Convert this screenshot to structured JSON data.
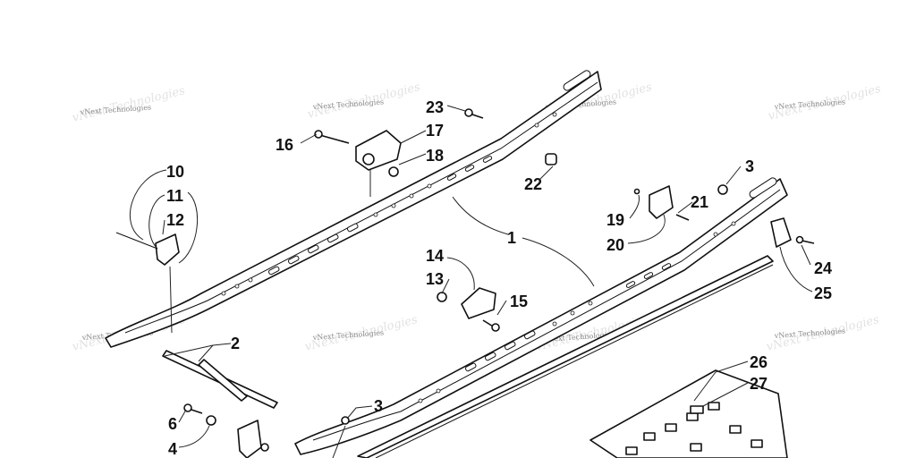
{
  "watermarks": [
    {
      "text": "vNext Technologies"
    },
    {
      "text": "vNext Technologies"
    },
    {
      "text": "vNext Technologies"
    },
    {
      "text": "vNext Technologies"
    },
    {
      "text": "vNext Technologies"
    },
    {
      "text": "vNext Technologies"
    },
    {
      "text": "vNext Technologies"
    },
    {
      "text": "vNext Technologies"
    }
  ],
  "callouts": [
    {
      "id": "1",
      "label": "1"
    },
    {
      "id": "2",
      "label": "2"
    },
    {
      "id": "3a",
      "label": "3"
    },
    {
      "id": "3b",
      "label": "3"
    },
    {
      "id": "4",
      "label": "4"
    },
    {
      "id": "6",
      "label": "6"
    },
    {
      "id": "10",
      "label": "10"
    },
    {
      "id": "11",
      "label": "11"
    },
    {
      "id": "12",
      "label": "12"
    },
    {
      "id": "13",
      "label": "13"
    },
    {
      "id": "14",
      "label": "14"
    },
    {
      "id": "15",
      "label": "15"
    },
    {
      "id": "16",
      "label": "16"
    },
    {
      "id": "17",
      "label": "17"
    },
    {
      "id": "18",
      "label": "18"
    },
    {
      "id": "19",
      "label": "19"
    },
    {
      "id": "20",
      "label": "20"
    },
    {
      "id": "21",
      "label": "21"
    },
    {
      "id": "22",
      "label": "22"
    },
    {
      "id": "23",
      "label": "23"
    },
    {
      "id": "24",
      "label": "24"
    },
    {
      "id": "25",
      "label": "25"
    },
    {
      "id": "26",
      "label": "26"
    },
    {
      "id": "27",
      "label": "27"
    }
  ]
}
